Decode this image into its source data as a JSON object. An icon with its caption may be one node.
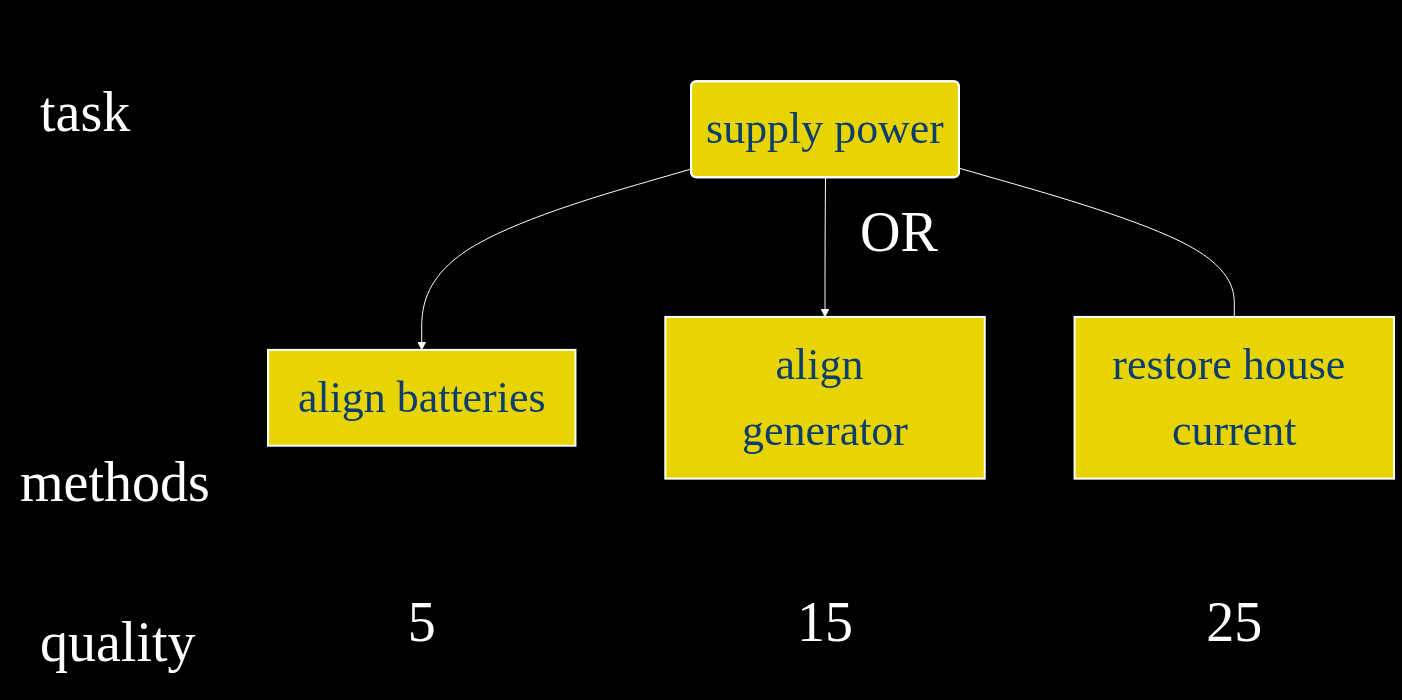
{
  "diagram": {
    "nodes": [
      {
        "text": [
          "supply power"
        ]
      },
      {
        "text": [
          "align batteries"
        ],
        "beside": [
          "5"
        ]
      },
      {
        "text": [
          "align generator"
        ],
        "beside": [
          "15"
        ]
      },
      {
        "text": [
          "restore house current"
        ],
        "beside": [
          "25"
        ]
      }
    ],
    "edges": [
      {
        "from": 0,
        "to": 1,
        "arrow": "to"
      },
      {
        "from": 0,
        "to": 2,
        "arrow": "to"
      },
      {
        "from": 0,
        "to": 3,
        "arrow": "none"
      }
    ],
    "labels": [
      "task",
      "OR",
      "methods",
      "quality"
    ]
  }
}
